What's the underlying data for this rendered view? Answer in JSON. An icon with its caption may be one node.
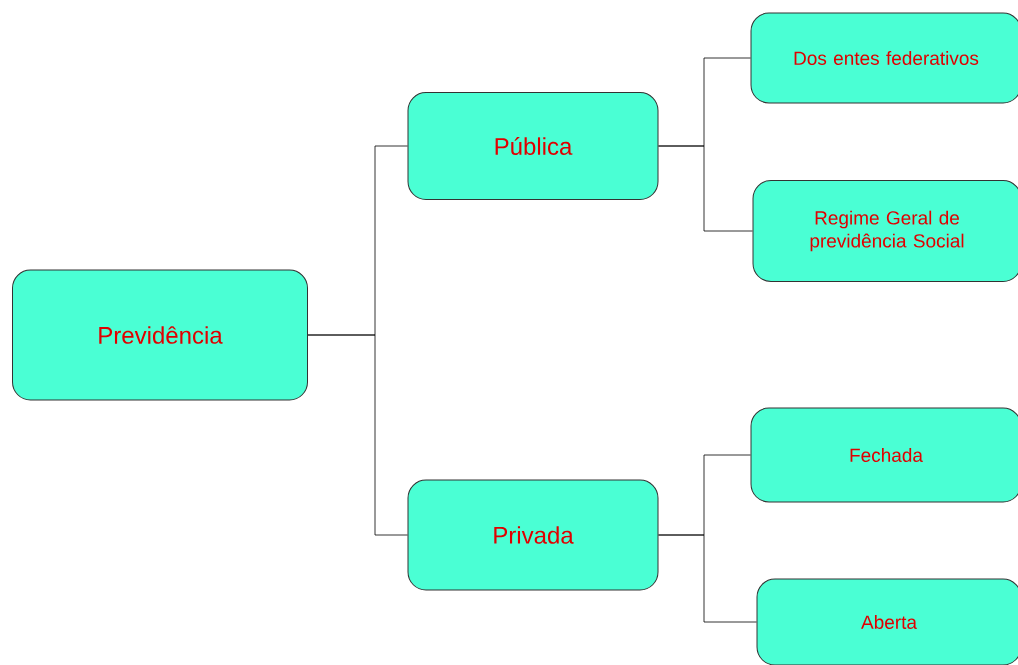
{
  "diagram": {
    "nodes": [
      {
        "text": [
          "Previdência"
        ]
      },
      {
        "text": [
          "Pública"
        ]
      },
      {
        "text": [
          "Privada"
        ]
      },
      {
        "text": [
          "Dos entes federativos"
        ]
      },
      {
        "text": [
          "Regime Geral de previdência Social"
        ]
      },
      {
        "text": [
          "Fechada"
        ]
      },
      {
        "text": [
          "Aberta"
        ]
      }
    ],
    "edges": [
      {
        "from": 0,
        "to": 1,
        "arrow": "none"
      },
      {
        "from": 0,
        "to": 2,
        "arrow": "none"
      },
      {
        "from": 1,
        "to": 3,
        "arrow": "none"
      },
      {
        "from": 1,
        "to": 4,
        "arrow": "none"
      },
      {
        "from": 2,
        "to": 5,
        "arrow": "none"
      },
      {
        "from": 2,
        "to": 6,
        "arrow": "none"
      }
    ]
  }
}
